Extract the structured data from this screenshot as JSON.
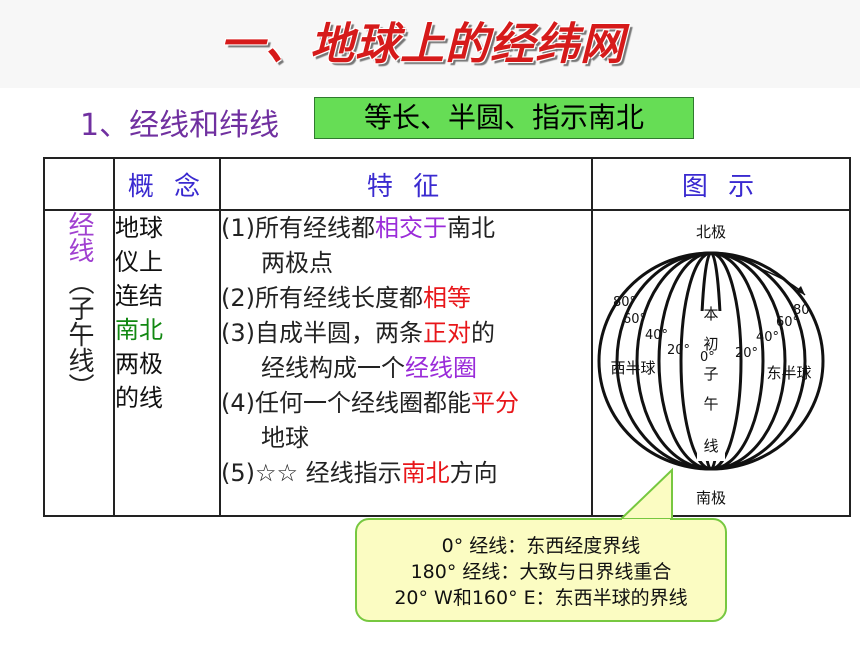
{
  "title": "一、地球上的经纬网",
  "subtitle": "1、经线和纬线",
  "keywords_box": "等长、半圆、指示南北",
  "table": {
    "headers": [
      "概 念",
      "特 征",
      "图 示"
    ],
    "row_label_top": "经线",
    "row_label_paren": "（子午线）",
    "concept": {
      "line1": "地球",
      "line2": "仪上",
      "line3": "连结",
      "line4": "南北",
      "line5": "两极",
      "line6": "的线"
    },
    "features": {
      "f1_a": "(1)所有经线都",
      "f1_b": "相交于",
      "f1_c": "南北",
      "f1_d": "两极点",
      "f2_a": "(2)所有经线长度都",
      "f2_b": "相等",
      "f3_a": "(3)自成半圆，两条",
      "f3_b": "正对",
      "f3_c": "的",
      "f3_d": "经线构成一个",
      "f3_e": "经线圈",
      "f4_a": "(4)任何一个经线圈都能",
      "f4_b": "平分",
      "f4_c": "地球",
      "f5_a": "(5)☆☆ 经线指示",
      "f5_b": "南北",
      "f5_c": "方向"
    },
    "globe": {
      "north": "北极",
      "south": "南极",
      "west": "西半球",
      "east": "东半球",
      "prime": [
        "本",
        "初",
        "子",
        "午",
        "线"
      ],
      "labels_left": [
        "80°",
        "60°",
        "40°",
        "20°",
        "0°"
      ],
      "labels_right": [
        "80",
        "60°",
        "40°",
        "20°"
      ]
    }
  },
  "callout": {
    "line1": "0° 经线：东西经度界线",
    "line2": "180° 经线：大致与日界线重合",
    "line3": "20° W和160° E：东西半球的界线"
  },
  "colors": {
    "header": "#3a2ad0",
    "red": "#e8161a",
    "purple": "#9a2bd9",
    "green": "#118811",
    "box": "#66dd55"
  }
}
